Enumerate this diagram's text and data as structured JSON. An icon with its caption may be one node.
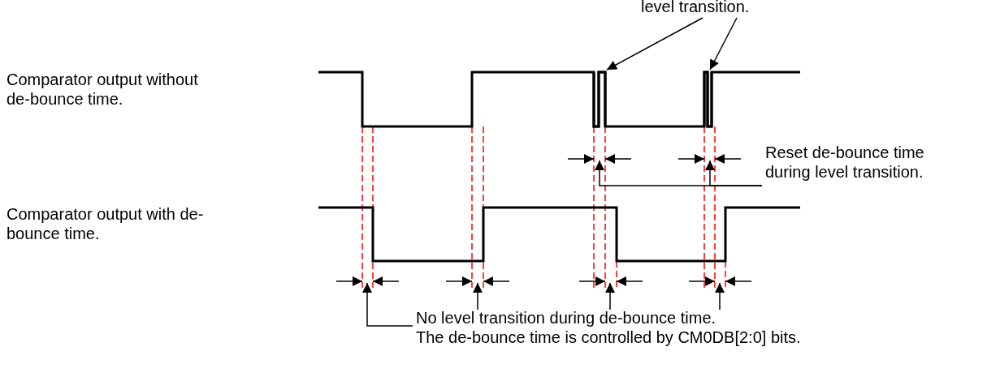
{
  "diagram": {
    "nodes": [
      {
        "text": [
          "level transition."
        ]
      },
      {
        "text": [
          "Comparator output without de-bounce time."
        ]
      },
      {
        "text": [
          "Reset de-bounce time during level transition."
        ]
      },
      {
        "text": [
          "Comparator output with de-bounce time."
        ]
      },
      {
        "text": [
          "No level transition during de-bounce time.",
          "The de-bounce time is controlled by CM0DB[2:0] bits."
        ]
      },
      {
        "text": [],
        "shape": "bar"
      },
      {
        "text": [],
        "shape": "bar"
      }
    ],
    "edges": [
      {
        "from": 0,
        "to": 5,
        "arrow": "to"
      },
      {
        "from": 0,
        "to": 6,
        "arrow": "to"
      },
      {
        "from": 2,
        "to": null,
        "arrow": "to"
      },
      {
        "from": 2,
        "to": null,
        "arrow": "to"
      },
      {
        "from": 4,
        "to": null,
        "arrow": "to"
      },
      {
        "from": 4,
        "to": null,
        "arrow": "to"
      },
      {
        "from": 4,
        "to": null,
        "arrow": "to"
      },
      {
        "from": 4,
        "to": null,
        "arrow": "to"
      }
    ]
  }
}
